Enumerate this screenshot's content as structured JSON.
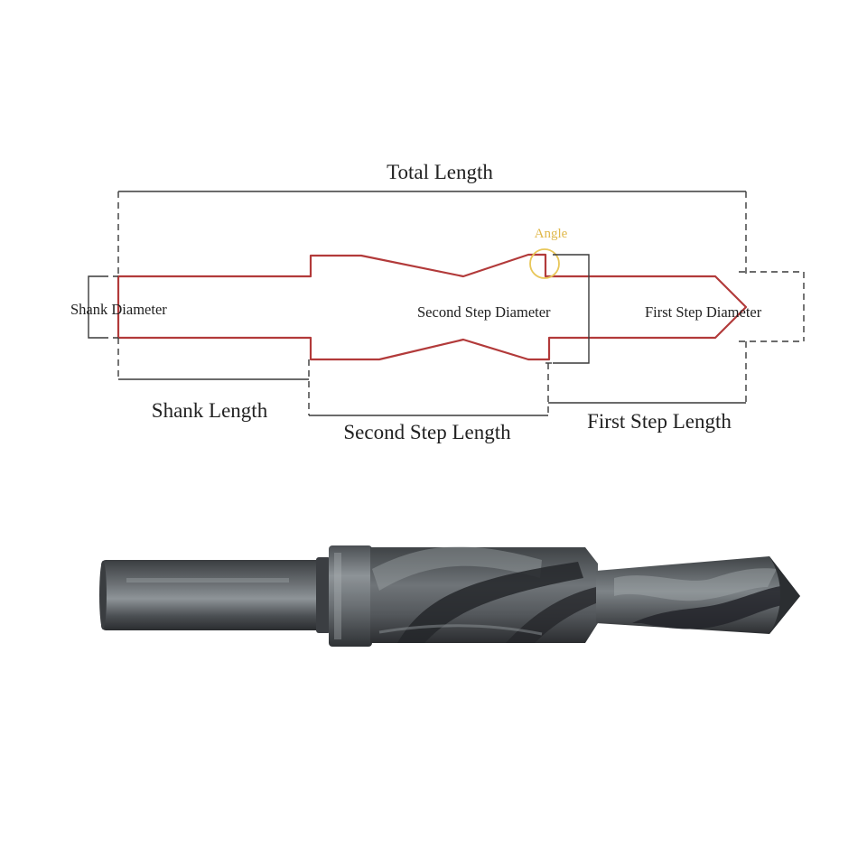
{
  "diagram": {
    "labels": {
      "total_length": "Total Length",
      "angle": "Angle",
      "shank_diameter": "Shank Diameter",
      "second_step_diameter": "Second Step Diameter",
      "first_step_diameter": "First Step Diameter",
      "shank_length": "Shank Length",
      "second_step_length": "Second Step Length",
      "first_step_length": "First Step Length"
    },
    "colors": {
      "outline": "#b23a3a",
      "angle_marker": "#e8c75a",
      "dimension_lines": "#3a3a3a",
      "text": "#222222"
    }
  },
  "photo": {
    "subject": "step-drill-bit",
    "colors": {
      "steel_dark": "#2e3134",
      "steel_mid": "#5a5f63",
      "steel_light": "#9aa0a4"
    }
  }
}
